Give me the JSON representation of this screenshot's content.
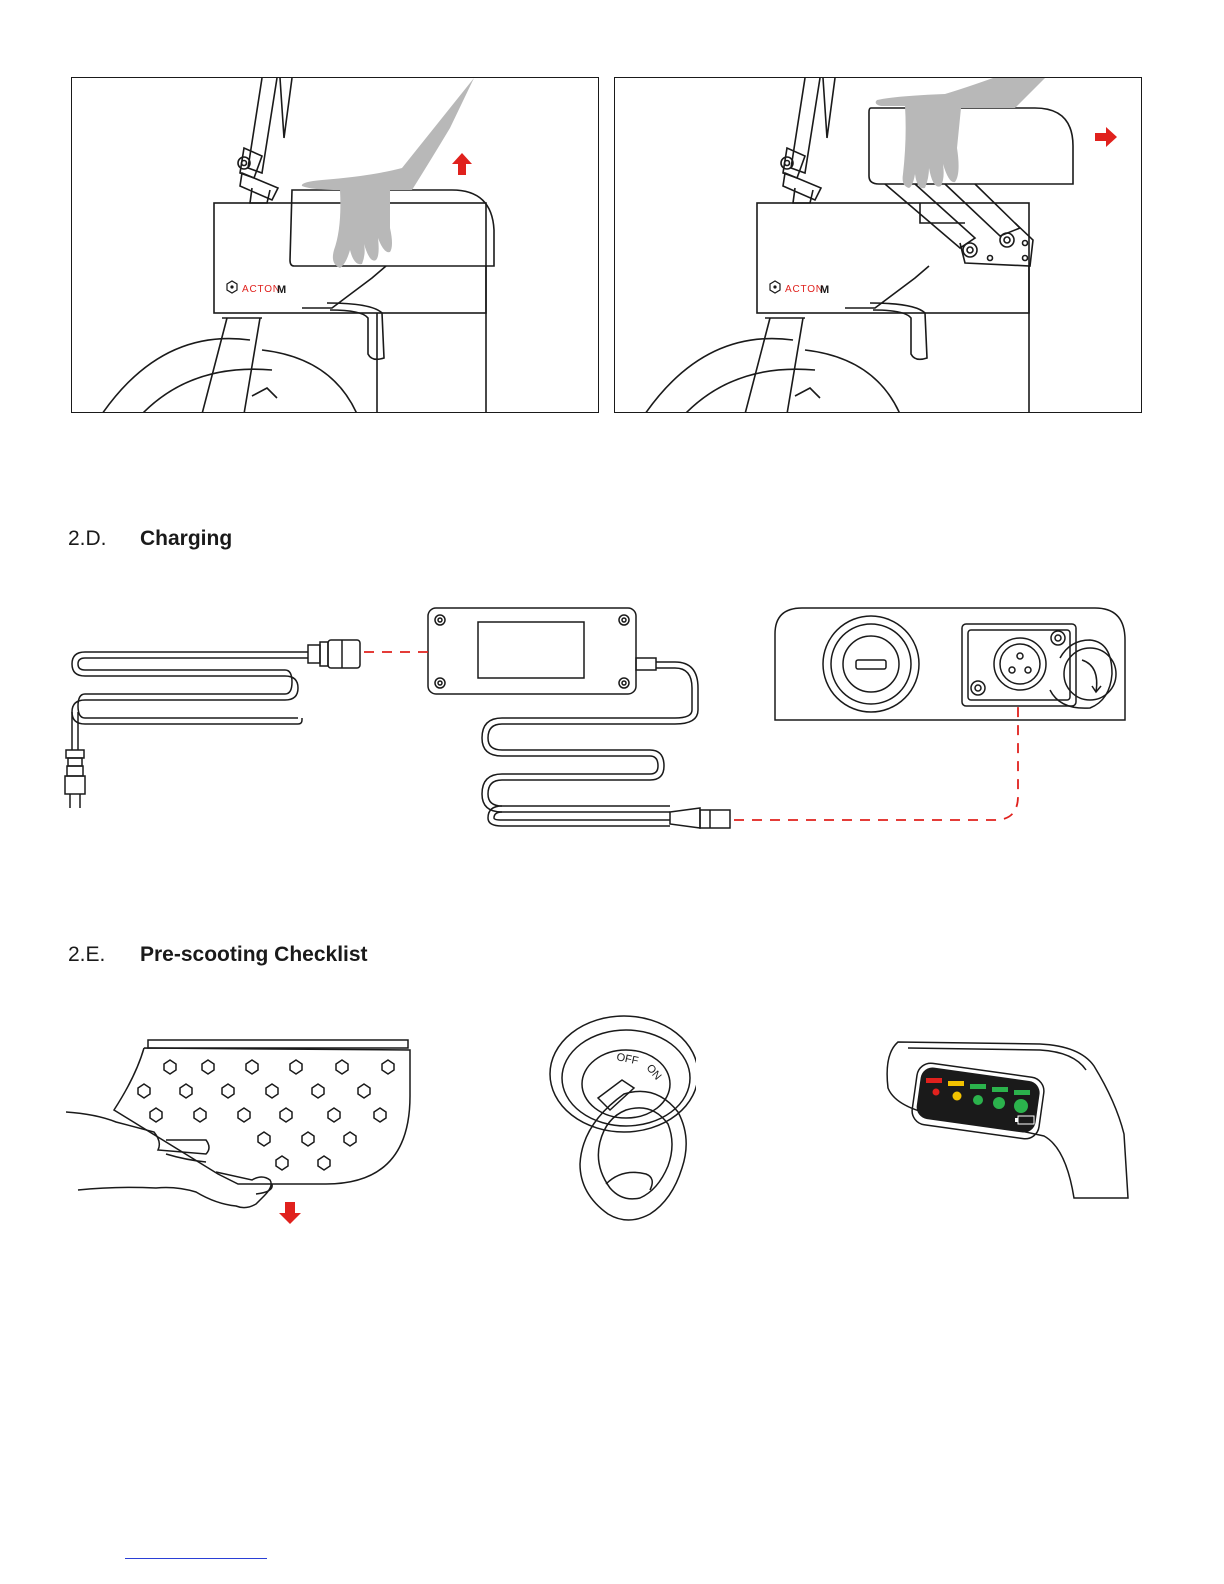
{
  "brand": {
    "logo_text": "ACTON",
    "model": "M",
    "accent": "#e0211d"
  },
  "sections": [
    {
      "number": "2.D.",
      "title": "Charging"
    },
    {
      "number": "2.E.",
      "title": "Pre-scooting Checklist"
    }
  ],
  "key_switch": {
    "off_label": "OFF",
    "on_label": "ON"
  },
  "battery_indicator": {
    "led_colors": [
      "#e0211d",
      "#f2c200",
      "#2bb24c",
      "#2bb24c",
      "#2bb24c"
    ]
  },
  "colors": {
    "line": "#1a1a1a",
    "accent": "#e0211d",
    "hand": "#b8b8b8",
    "link": "#2a3fd6"
  }
}
